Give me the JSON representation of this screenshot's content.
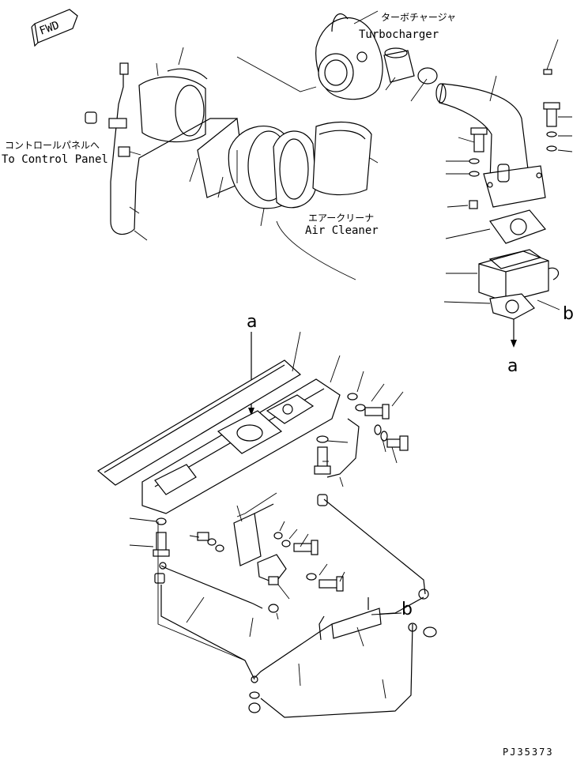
{
  "fwd_label": "FWD",
  "turbocharger": {
    "jp": "ターボチャージャ",
    "en": "Turbocharger"
  },
  "control_panel": {
    "jp": "コントロールパネルへ",
    "en": "To Control Panel"
  },
  "air_cleaner": {
    "jp": "エアークリーナ",
    "en": "Air Cleaner"
  },
  "ref_a": "a",
  "ref_b": "b",
  "drawing_code": "PJ35373"
}
